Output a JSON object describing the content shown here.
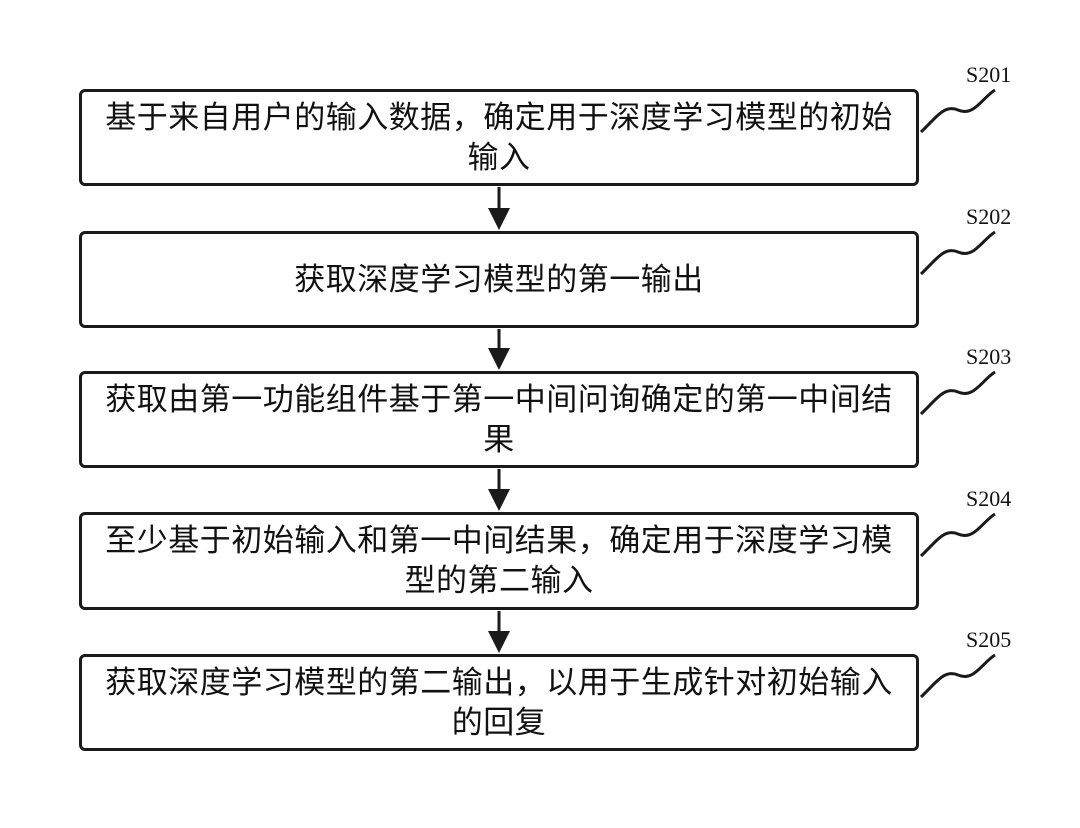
{
  "steps": [
    {
      "id": "S201",
      "text": "基于来自用户的输入数据，确定用于深度学习模型的初始输入"
    },
    {
      "id": "S202",
      "text": "获取深度学习模型的第一输出"
    },
    {
      "id": "S203",
      "text": "获取由第一功能组件基于第一中间问询确定的第一中间结果"
    },
    {
      "id": "S204",
      "text": "至少基于初始输入和第一中间结果，确定用于深度学习模型的第二输入"
    },
    {
      "id": "S205",
      "text": "获取深度学习模型的第二输出，以用于生成针对初始输入的回复"
    }
  ],
  "colors": {
    "stroke": "#1a1a1a",
    "background": "#ffffff",
    "text": "#111111"
  }
}
